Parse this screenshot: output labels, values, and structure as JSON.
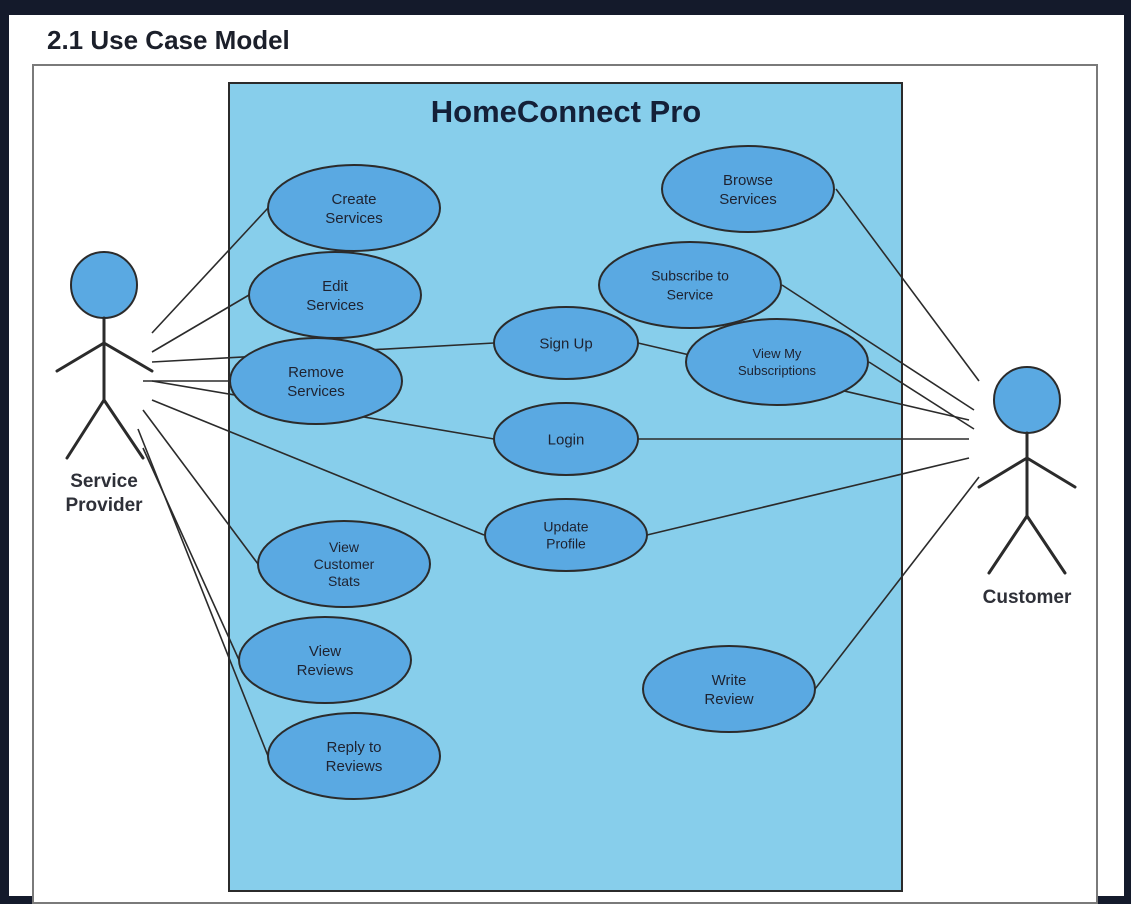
{
  "section_title": "2.1 Use Case Model",
  "system": {
    "name": "HomeConnect Pro"
  },
  "actors": {
    "provider": {
      "lines": [
        "Service",
        "Provider"
      ]
    },
    "customer": {
      "lines": [
        "Customer"
      ]
    }
  },
  "use_cases": {
    "create_services": {
      "lines": [
        "Create",
        "Services"
      ]
    },
    "edit_services": {
      "lines": [
        "Edit",
        "Services"
      ]
    },
    "remove_services": {
      "lines": [
        "Remove",
        "Services"
      ]
    },
    "view_customer_stats": {
      "lines": [
        "View",
        "Customer",
        "Stats"
      ]
    },
    "view_reviews": {
      "lines": [
        "View",
        "Reviews"
      ]
    },
    "reply_to_reviews": {
      "lines": [
        "Reply to",
        "Reviews"
      ]
    },
    "sign_up": {
      "lines": [
        "Sign Up"
      ]
    },
    "login": {
      "lines": [
        "Login"
      ]
    },
    "update_profile": {
      "lines": [
        "Update",
        "Profile"
      ]
    },
    "browse_services": {
      "lines": [
        "Browse",
        "Services"
      ]
    },
    "subscribe_to_service": {
      "lines": [
        "Subscribe to",
        "Service"
      ]
    },
    "view_my_subscriptions": {
      "lines": [
        "View My",
        "Subscriptions"
      ]
    },
    "write_review": {
      "lines": [
        "Write",
        "Review"
      ]
    }
  },
  "colors": {
    "system_fill": "#87ceeb",
    "usecase_fill": "#5aa9e2",
    "actor_fill": "#5aa9e2",
    "stroke": "#2b2b2b"
  }
}
